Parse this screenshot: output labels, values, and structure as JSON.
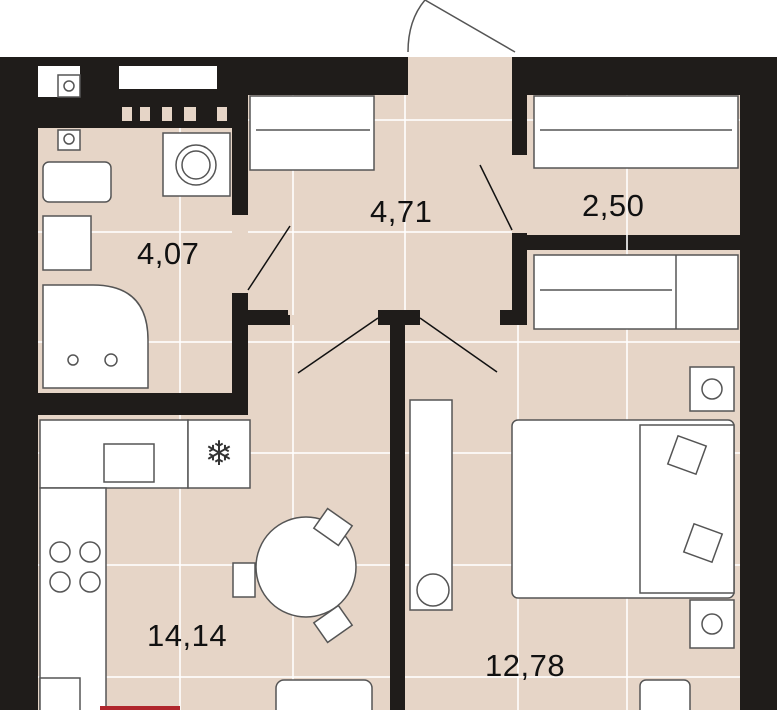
{
  "plan": {
    "rooms": [
      {
        "name": "bathroom",
        "area": "4,07"
      },
      {
        "name": "hallway",
        "area": "4,71"
      },
      {
        "name": "storage",
        "area": "2,50"
      },
      {
        "name": "kitchen-living",
        "area": "14,14"
      },
      {
        "name": "bedroom",
        "area": "12,78"
      }
    ],
    "colors": {
      "wall": "#1f1c1a",
      "floor": "#e6d5c7",
      "furniture": "#ffffff",
      "accent": "#b0262c"
    }
  }
}
